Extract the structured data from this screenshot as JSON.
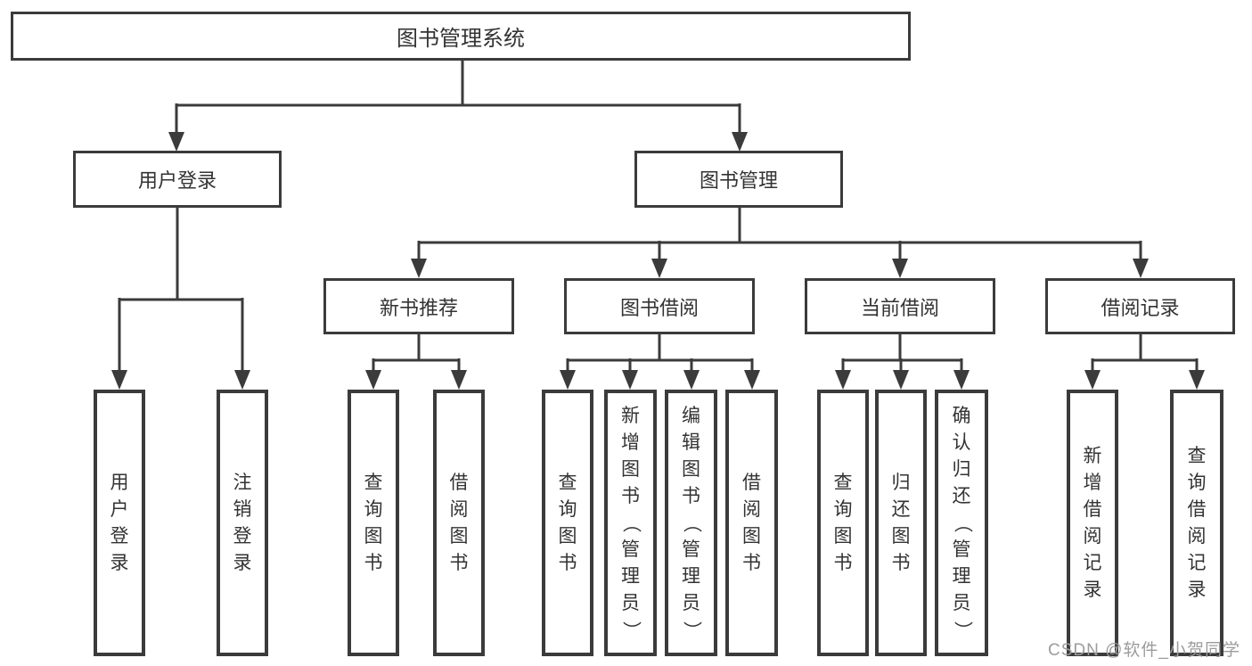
{
  "diagram": {
    "type": "hierarchy-tree",
    "tree": {
      "root": {
        "label": "图书管理系统"
      },
      "branches": [
        {
          "label": "用户登录",
          "children": [
            {
              "label": "用户登录"
            },
            {
              "label": "注销登录"
            }
          ]
        },
        {
          "label": "图书管理",
          "children": [
            {
              "label": "新书推荐",
              "children": [
                {
                  "label": "查询图书"
                },
                {
                  "label": "借阅图书"
                }
              ]
            },
            {
              "label": "图书借阅",
              "children": [
                {
                  "label": "查询图书"
                },
                {
                  "label": "新增图书（管理员）"
                },
                {
                  "label": "编辑图书（管理员）"
                },
                {
                  "label": "借阅图书"
                }
              ]
            },
            {
              "label": "当前借阅",
              "children": [
                {
                  "label": "查询图书"
                },
                {
                  "label": "归还图书"
                },
                {
                  "label": "确认归还（管理员）"
                }
              ]
            },
            {
              "label": "借阅记录",
              "children": [
                {
                  "label": "新增借阅记录"
                },
                {
                  "label": "查询借阅记录"
                }
              ]
            }
          ]
        }
      ]
    },
    "colors": {
      "line": "#3b3b3b",
      "text": "#333333",
      "node_background": "#ffffff",
      "watermark": "#9c9c9c",
      "background": "#ffffff"
    },
    "watermark": {
      "text": "CSDN @软件_小贺同学"
    }
  }
}
